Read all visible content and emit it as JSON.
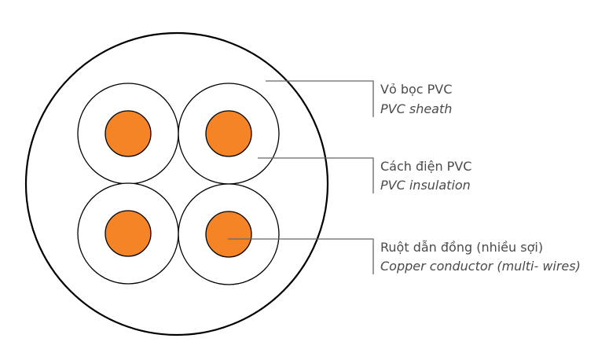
{
  "colors": {
    "conductor": "#f58426",
    "outline": "#000000",
    "leader": "#666666",
    "text": "#4a4a4a"
  },
  "labels": [
    {
      "vi": "Vỏ bọc PVC",
      "en": "PVC sheath"
    },
    {
      "vi": "Cách điện PVC",
      "en": "PVC insulation"
    },
    {
      "vi": "Ruột dẫn đồng (nhiều sợi)",
      "en": "Copper conductor (multi- wires)"
    }
  ]
}
